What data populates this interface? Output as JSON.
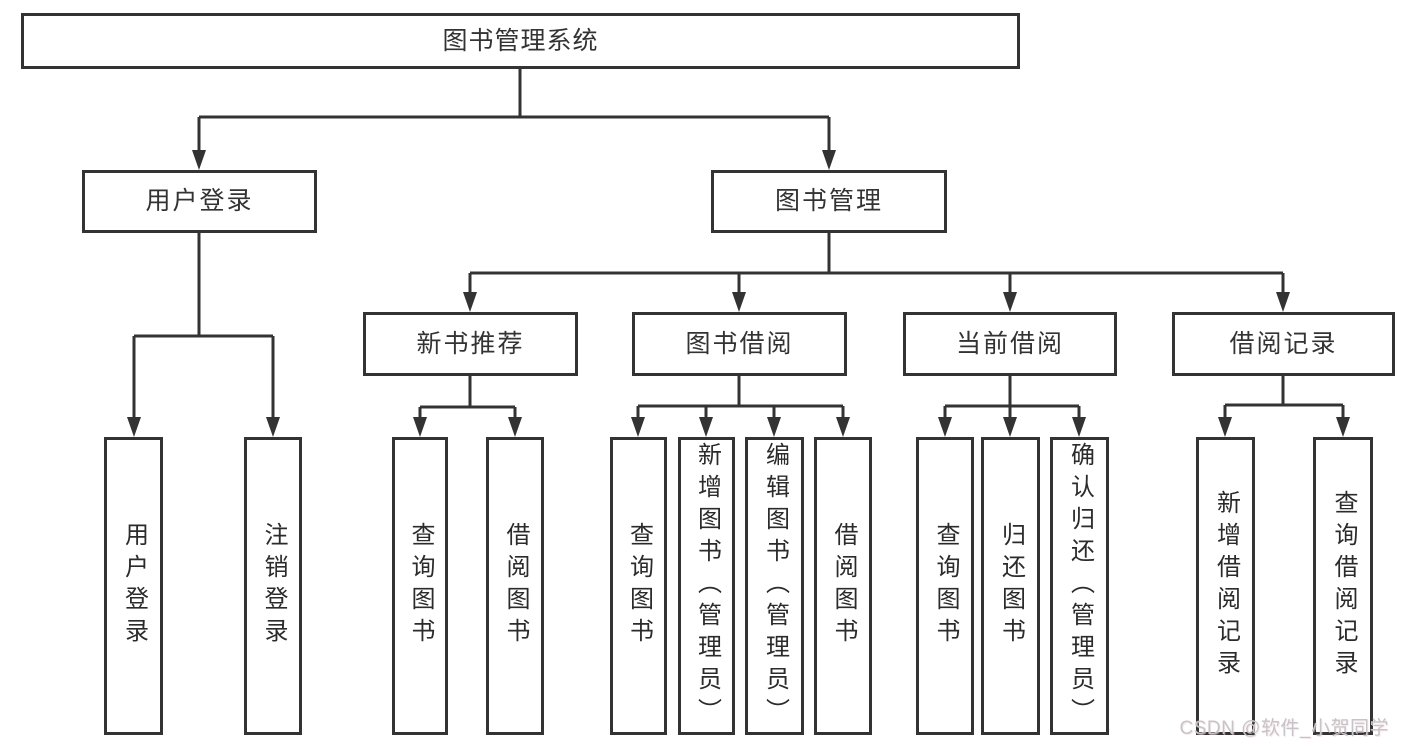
{
  "tree": {
    "root": {
      "label": "图书管理系统"
    },
    "branches": [
      {
        "label": "用户登录",
        "leaves": [
          {
            "label": "用户登录"
          },
          {
            "label": "注销登录"
          }
        ]
      },
      {
        "label": "图书管理",
        "sections": [
          {
            "label": "新书推荐",
            "leaves": [
              {
                "label": "查询图书"
              },
              {
                "label": "借阅图书"
              }
            ]
          },
          {
            "label": "图书借阅",
            "leaves": [
              {
                "label": "查询图书"
              },
              {
                "label": "新增图书（管理员）"
              },
              {
                "label": "编辑图书（管理员）"
              },
              {
                "label": "借阅图书"
              }
            ]
          },
          {
            "label": "当前借阅",
            "leaves": [
              {
                "label": "查询图书"
              },
              {
                "label": "归还图书"
              },
              {
                "label": "确认归还（管理员）"
              }
            ]
          },
          {
            "label": "借阅记录",
            "leaves": [
              {
                "label": "新增借阅记录"
              },
              {
                "label": "查询借阅记录"
              }
            ]
          }
        ]
      }
    ]
  },
  "watermark": {
    "text": "CSDN @软件_小贺同学"
  },
  "colors": {
    "line": "#333333",
    "box_border": "#333333",
    "text": "#333333",
    "background": "#ffffff",
    "watermark": "#c6c4c9"
  }
}
